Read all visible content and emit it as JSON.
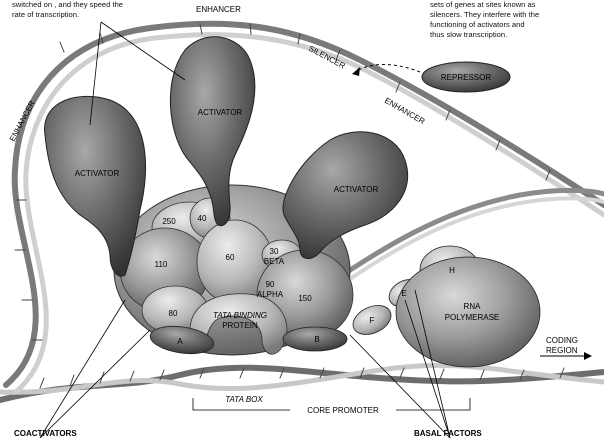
{
  "captions": {
    "top_left_1": "switched on , and they speed the",
    "top_left_2": "rate of transcription.",
    "top_right_1": "sets of genes at sites known as",
    "top_right_2": "silencers. They interfere with the",
    "top_right_3": "functioning of activators and",
    "top_right_4": "thus slow transcription."
  },
  "labels": {
    "enhancer_top": "ENHANCER",
    "enhancer_left": "ENHANCER",
    "enhancer_right": "ENHANCER",
    "silencer": "SILENCER",
    "repressor": "REPRESSOR",
    "activator_left": "ACTIVATOR",
    "activator_center": "ACTIVATOR",
    "activator_right": "ACTIVATOR",
    "n250": "250",
    "n40": "40",
    "n110": "110",
    "n60": "60",
    "n30": "30",
    "beta": "BETA",
    "n90": "90",
    "alpha": "ALPHA",
    "n150": "150",
    "n80": "80",
    "tata_1": "TATA BINDING",
    "tata_2": "PROTEIN",
    "a": "A",
    "b": "B",
    "f": "F",
    "e": "E",
    "h": "H",
    "rna_1": "RNA",
    "rna_2": "POLYMERASE",
    "coding_1": "CODING",
    "coding_2": "REGION",
    "tata_box": "TATA BOX",
    "core_promoter": "CORE PROMOTER",
    "coactivators": "COACTIVATORS",
    "basal_factors": "BASAL FACTORS"
  }
}
